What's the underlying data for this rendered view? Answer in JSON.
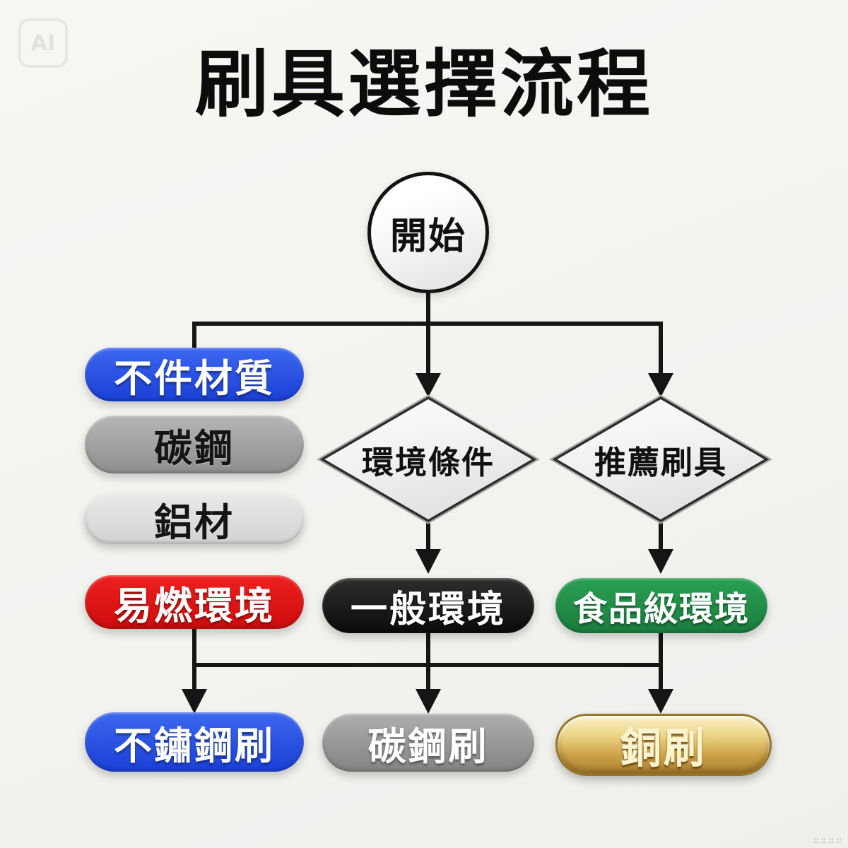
{
  "watermark": {
    "badge": "AI",
    "corner_marks": "∷∷∷∷"
  },
  "title": "刷具選擇流程",
  "colors": {
    "line": "#151515",
    "blue": "#1f4ade",
    "red": "#dd1111",
    "black": "#111111",
    "green": "#1f8f46",
    "gold": "#d9b052",
    "gray_dark": "#9a9a9a",
    "gray_light": "#dedede"
  },
  "flow": {
    "start": {
      "label": "開始",
      "text_color": "#111111"
    },
    "left_column": [
      {
        "label": "不件材質",
        "colors": [
          "#3c68ef",
          "#1a3fd6"
        ],
        "text_color": "#ffffff"
      },
      {
        "label": "碳鋼",
        "colors": [
          "#b6b6b6",
          "#8e8e8e"
        ],
        "text_color": "#151515"
      },
      {
        "label": "鋁材",
        "colors": [
          "#eaeaea",
          "#d2d2d2"
        ],
        "text_color": "#151515"
      },
      {
        "label": "易燃環境",
        "colors": [
          "#ee2020",
          "#cc0d0d"
        ],
        "text_color": "#ffffff"
      }
    ],
    "decisions": [
      {
        "label": "環境條件",
        "text_color": "#111111"
      },
      {
        "label": "推薦刷具",
        "text_color": "#111111"
      }
    ],
    "middle_row": [
      {
        "label": "一般環境",
        "colors": [
          "#2e2e2e",
          "#0b0b0b"
        ],
        "text_color": "#ffffff"
      },
      {
        "label": "食品級環境",
        "colors": [
          "#2aa055",
          "#1b7c3d"
        ],
        "text_color": "#ffffff"
      }
    ],
    "bottom_row": [
      {
        "label": "不鏽鋼刷",
        "colors": [
          "#3c68ef",
          "#1a3fd6"
        ],
        "text_color": "#ffffff"
      },
      {
        "label": "碳鋼刷",
        "colors": [
          "#aeaeae",
          "#838383"
        ],
        "text_color": "#ffffff"
      },
      {
        "label": "銅刷",
        "colors": [
          "#f9efc8",
          "#eed687",
          "#cda249",
          "#ab8131"
        ],
        "text_color": "#fdf3cf"
      }
    ]
  }
}
